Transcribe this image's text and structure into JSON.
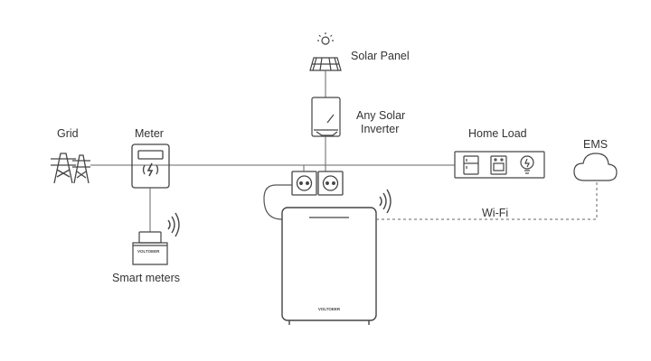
{
  "labels": {
    "solar_panel": "Solar Panel",
    "inverter_line1": "Any Solar",
    "inverter_line2": "Inverter",
    "grid": "Grid",
    "meter": "Meter",
    "home_load": "Home Load",
    "ems": "EMS",
    "wifi": "Wi-Fi",
    "smart_meters": "Smart meters"
  },
  "brand": {
    "battery_logo": "VOLTOEER",
    "smart_meter_logo": "VOLTOEER"
  },
  "icons": [
    "sun-icon",
    "solar-panel-icon",
    "inverter-icon",
    "transmission-tower-icon",
    "meter-icon",
    "fridge-icon",
    "stove-icon",
    "bulb-icon",
    "cloud-icon",
    "wifi-icon",
    "socket-icon",
    "battery-icon",
    "smart-meter-icon"
  ],
  "colors": {
    "line": "#666666",
    "stroke": "#4a4a4a",
    "text": "#333333"
  }
}
